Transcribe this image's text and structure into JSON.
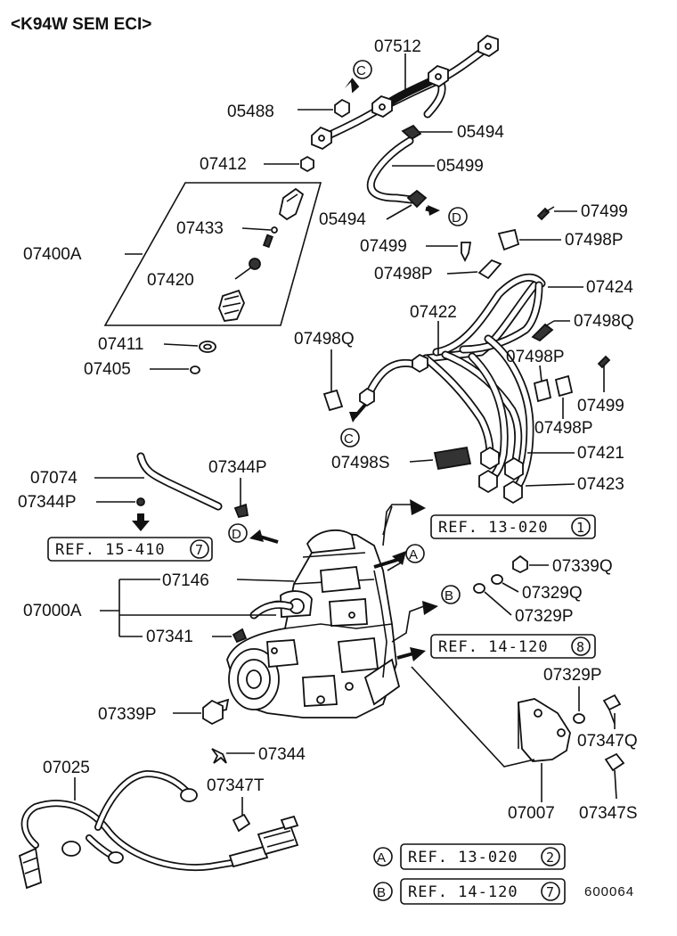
{
  "title": "<K94W SEM ECI>",
  "image_code": "600064",
  "parts": {
    "p07512": "07512",
    "p05488": "05488",
    "p05494a": "05494",
    "p05499": "05499",
    "p05494b": "05494",
    "p07412": "07412",
    "p07433": "07433",
    "p07400A": "07400A",
    "p07420": "07420",
    "p07411": "07411",
    "p07405": "07405",
    "p07499a": "07499",
    "p07499b": "07499",
    "p07498Pa": "07498P",
    "p07498Pb": "07498P",
    "p07424": "07424",
    "p07422": "07422",
    "p07498Qa": "07498Q",
    "p07498Qb": "07498Q",
    "p07498Pc": "07498P",
    "p07499c": "07499",
    "p07498Pd": "07498P",
    "p07421": "07421",
    "p07498S": "07498S",
    "p07423": "07423",
    "p07074": "07074",
    "p07344Pa": "07344P",
    "p07344Pb": "07344P",
    "p07146": "07146",
    "p07000A": "07000A",
    "p07341": "07341",
    "p07339Q": "07339Q",
    "p07329Q": "07329Q",
    "p07329Pa": "07329P",
    "p07339P": "07339P",
    "p07329Pb": "07329P",
    "p07347Q": "07347Q",
    "p07344": "07344",
    "p07025": "07025",
    "p07347T": "07347T",
    "p07007": "07007",
    "p07347S": "07347S"
  },
  "refs": {
    "r1": {
      "text": "REF. 13-020",
      "num": "1"
    },
    "r2": {
      "text": "REF. 15-410",
      "num": "7"
    },
    "r3": {
      "text": "REF. 14-120",
      "num": "8"
    },
    "r4": {
      "text": "REF. 13-020",
      "num": "2",
      "marker": "A"
    },
    "r5": {
      "text": "REF. 14-120",
      "num": "7",
      "marker": "B"
    }
  },
  "markers": {
    "C": "C",
    "D": "D",
    "A": "A",
    "B": "B"
  }
}
